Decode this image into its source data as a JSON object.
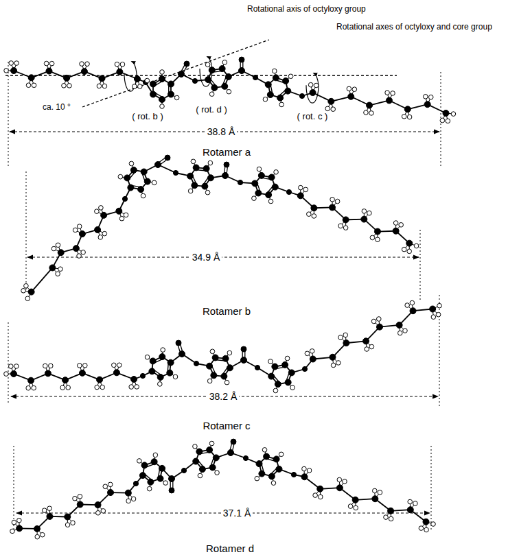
{
  "diagram": {
    "labels": [
      "Rotational axis of octyloxy group",
      "Rotational axes of octyloxy and core group",
      "ca. 10 °",
      "( rot. b )",
      "( rot. d )",
      "( rot. c )",
      "38.8 Å",
      "Rotamer a",
      "34.9 Å",
      "Rotamer b",
      "38.2 Å",
      "Rotamer c",
      "37.1 Å",
      "Rotamer d"
    ]
  }
}
